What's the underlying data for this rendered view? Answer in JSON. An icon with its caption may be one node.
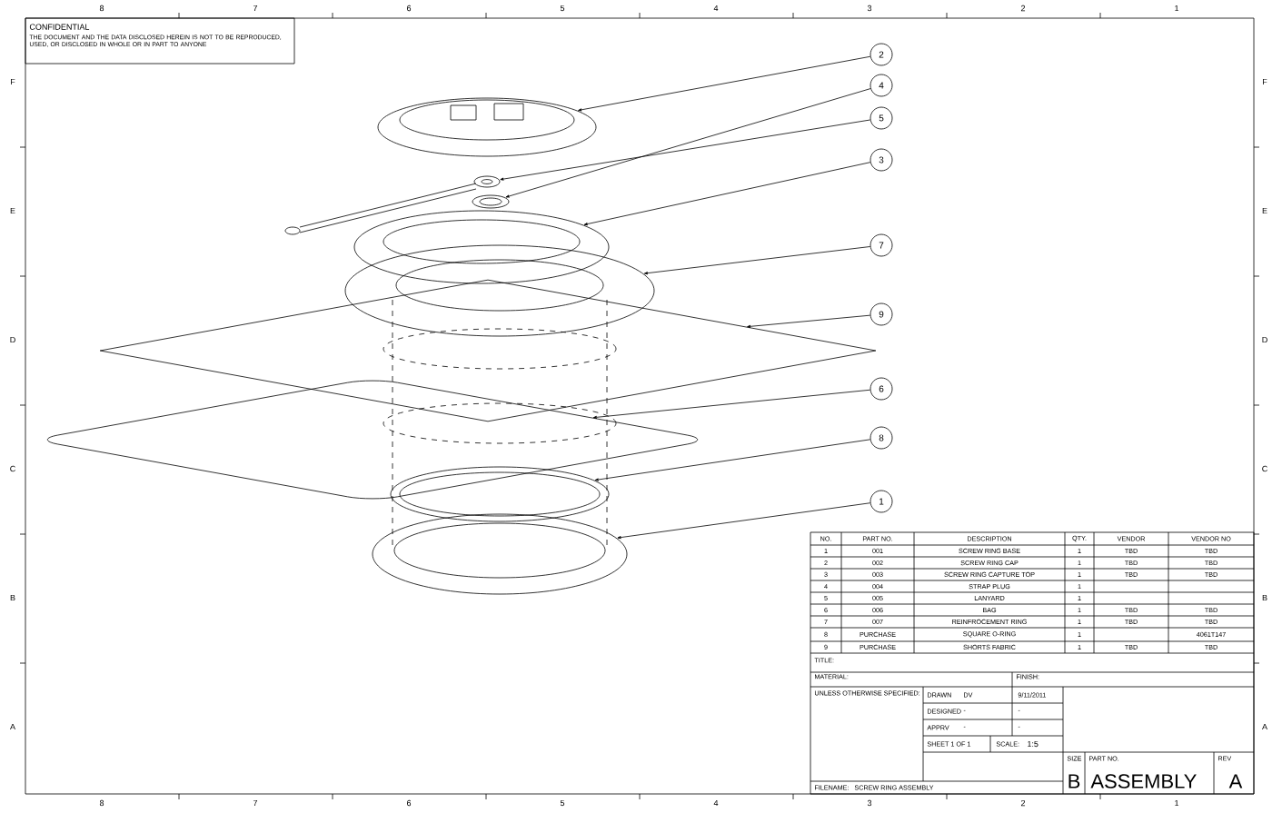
{
  "diagram": {
    "nodes": [
      {
        "text": [
          "2"
        ]
      },
      {
        "text": [
          "4"
        ]
      },
      {
        "text": [
          "5"
        ]
      },
      {
        "text": [
          "3"
        ]
      },
      {
        "text": [
          "7"
        ]
      },
      {
        "text": [
          "9"
        ]
      },
      {
        "text": [
          "6"
        ]
      },
      {
        "text": [
          "8"
        ]
      },
      {
        "text": [
          "1"
        ]
      },
      {
        "text": [],
        "shape": "picture"
      },
      {
        "text": [],
        "shape": "picture"
      },
      {
        "text": [],
        "shape": "picture"
      },
      {
        "text": [],
        "shape": "picture"
      },
      {
        "text": [],
        "shape": "picture"
      },
      {
        "text": [],
        "shape": "picture"
      },
      {
        "text": [],
        "shape": "picture"
      },
      {
        "text": [],
        "shape": "picture"
      },
      {
        "text": [],
        "shape": "picture"
      }
    ],
    "edges": [
      {
        "from": 0,
        "to": 9,
        "arrow": "to"
      },
      {
        "from": 1,
        "to": 10,
        "arrow": "to"
      },
      {
        "from": 2,
        "to": 11,
        "arrow": "to"
      },
      {
        "from": 3,
        "to": 12,
        "arrow": "to"
      },
      {
        "from": 4,
        "to": 13,
        "arrow": "to"
      },
      {
        "from": 5,
        "to": 14,
        "arrow": "to"
      },
      {
        "from": 6,
        "to": 15,
        "arrow": "to"
      },
      {
        "from": 7,
        "to": 16,
        "arrow": "to"
      },
      {
        "from": 8,
        "to": 17,
        "arrow": "to"
      }
    ],
    "labels": [
      "8",
      "7",
      "6",
      "5",
      "4",
      "3",
      "2",
      "1",
      "F",
      "E",
      "D",
      "C",
      "B",
      "A",
      "F",
      "E",
      "D",
      "C",
      "B",
      "A",
      "8",
      "7",
      "6",
      "5",
      "4",
      "3",
      "2",
      "1",
      "CONFIDENTIAL",
      "THE DOCUMENT AND THE DATA DISCLOSED HEREIN IS NOT TO BE REPRODUCED, USED, OR DISCLOSED IN WHOLE OR IN PART TO ANYONE",
      "NO.",
      "PART NO.",
      "DESCRIPTION",
      "QTY.",
      "VENDOR",
      "VENDOR NO",
      "1",
      "001",
      "SCREW RING BASE",
      "1",
      "TBD",
      "TBD",
      "2",
      "002",
      "SCREW RING CAP",
      "1",
      "TBD",
      "TBD",
      "3",
      "003",
      "SCREW RING CAPTURE TOP",
      "1",
      "TBD",
      "TBD",
      "4",
      "004",
      "STRAP PLUG",
      "1",
      "5",
      "005",
      "LANYARD",
      "1",
      "6",
      "006",
      "BAG",
      "1",
      "TBD",
      "TBD",
      "7",
      "007",
      "REINFROCEMENT RING",
      "1",
      "TBD",
      "TBD",
      "8",
      "PURCHASE",
      "SQUARE O-RING",
      "1",
      "4061T147",
      "9",
      "PURCHASE",
      "SHORTS FABRIC",
      "1",
      "TBD",
      "TBD",
      "TITLE:",
      "MATERIAL:",
      "FINISH:",
      "UNLESS OTHERWISE SPECIFIED:",
      "DRAWN",
      "DV",
      "9/11/2011",
      "DESIGNED",
      "-",
      "-",
      "APPRV",
      "-",
      "-",
      "SHEET 1 OF 1",
      "SCALE:",
      "1:5",
      "SIZE",
      "B",
      "PART NO.",
      "ASSEMBLY",
      "REV",
      "A",
      "FILENAME:",
      "SCREW RING ASSEMBLY"
    ]
  }
}
